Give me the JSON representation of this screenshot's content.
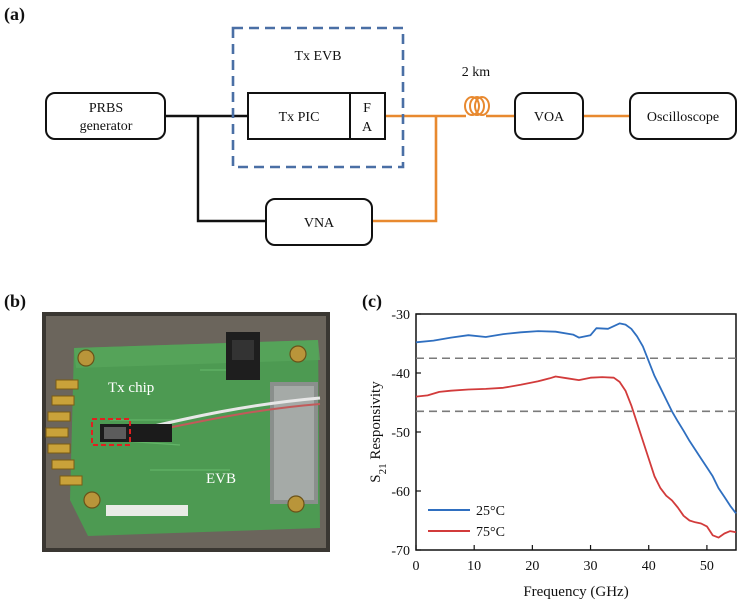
{
  "panels": {
    "a": "(a)",
    "b": "(b)",
    "c": "(c)"
  },
  "diagram": {
    "prbs_line1": "PRBS",
    "prbs_line2": "generator",
    "evb_title": "Tx EVB",
    "tx_pic": "Tx PIC",
    "fa_line1": "F",
    "fa_line2": "A",
    "fiber_length": "2 km",
    "voa": "VOA",
    "oscilloscope": "Oscilloscope",
    "vna": "VNA",
    "colors": {
      "fiber": "#e8892f",
      "electrical": "#111111",
      "evb_dash": "#4a6fa5"
    }
  },
  "photo": {
    "tx_chip_label": "Tx chip",
    "evb_label": "EVB"
  },
  "chart_data": {
    "type": "line",
    "xlabel": "Frequency (GHz)",
    "ylabel_main": "S",
    "ylabel_sub": "21",
    "ylabel_rest": " Responsivity",
    "xlim": [
      0,
      55
    ],
    "ylim": [
      -70,
      -30
    ],
    "xticks": [
      0,
      10,
      20,
      30,
      40,
      50
    ],
    "yticks": [
      -30,
      -40,
      -50,
      -60,
      -70
    ],
    "reference_lines": [
      -37.5,
      -46.5
    ],
    "legend_position": "bottom-left",
    "series": [
      {
        "name": "25°C",
        "color": "#2f6fc0",
        "x": [
          0,
          3,
          6,
          9,
          12,
          15,
          18,
          21,
          24,
          27,
          28,
          30,
          31,
          33,
          35,
          36,
          37,
          38,
          39,
          40,
          41,
          42,
          43,
          44,
          45,
          46,
          47,
          48,
          49,
          50,
          51,
          52,
          53,
          54,
          55
        ],
        "y": [
          -34.8,
          -34.5,
          -34,
          -33.6,
          -33.9,
          -33.4,
          -33.1,
          -32.9,
          -33,
          -33.5,
          -34,
          -33.6,
          -32.4,
          -32.5,
          -31.6,
          -31.8,
          -32.5,
          -33.8,
          -35.5,
          -38,
          -40.5,
          -42.5,
          -44.5,
          -46.5,
          -48.2,
          -49.8,
          -51.5,
          -53,
          -54.5,
          -56,
          -57.5,
          -59.5,
          -61,
          -62.5,
          -63.8
        ]
      },
      {
        "name": "75°C",
        "color": "#d23b3b",
        "x": [
          0,
          2,
          4,
          6,
          9,
          12,
          15,
          18,
          21,
          23,
          24,
          26,
          28,
          30,
          32,
          34,
          35,
          36,
          37,
          38,
          39,
          40,
          41,
          42,
          43,
          44,
          45,
          46,
          47,
          48,
          49,
          50,
          51,
          52,
          53,
          54,
          55
        ],
        "y": [
          -44,
          -43.8,
          -43.2,
          -43,
          -42.8,
          -42.7,
          -42.5,
          -42,
          -41.4,
          -40.9,
          -40.6,
          -40.9,
          -41.2,
          -40.8,
          -40.7,
          -40.8,
          -41.5,
          -43,
          -45.5,
          -48.5,
          -51.5,
          -54.5,
          -57.5,
          -59.5,
          -60.8,
          -61.6,
          -62.8,
          -64.2,
          -65,
          -65.3,
          -65.5,
          -66,
          -67.5,
          -67.9,
          -67.2,
          -66.8,
          -67
        ]
      }
    ]
  }
}
